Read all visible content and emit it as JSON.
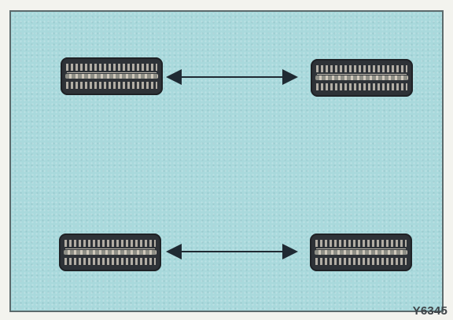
{
  "diagram": {
    "figure_code": "Y6345",
    "description_items": [
      {
        "name": "front-left-tire"
      },
      {
        "name": "front-right-tire"
      },
      {
        "name": "rear-left-tire"
      },
      {
        "name": "rear-right-tire"
      }
    ],
    "colors": {
      "background": "#a9d9dc",
      "tire": "#2e3237",
      "arrow": "#1f2a33"
    }
  }
}
